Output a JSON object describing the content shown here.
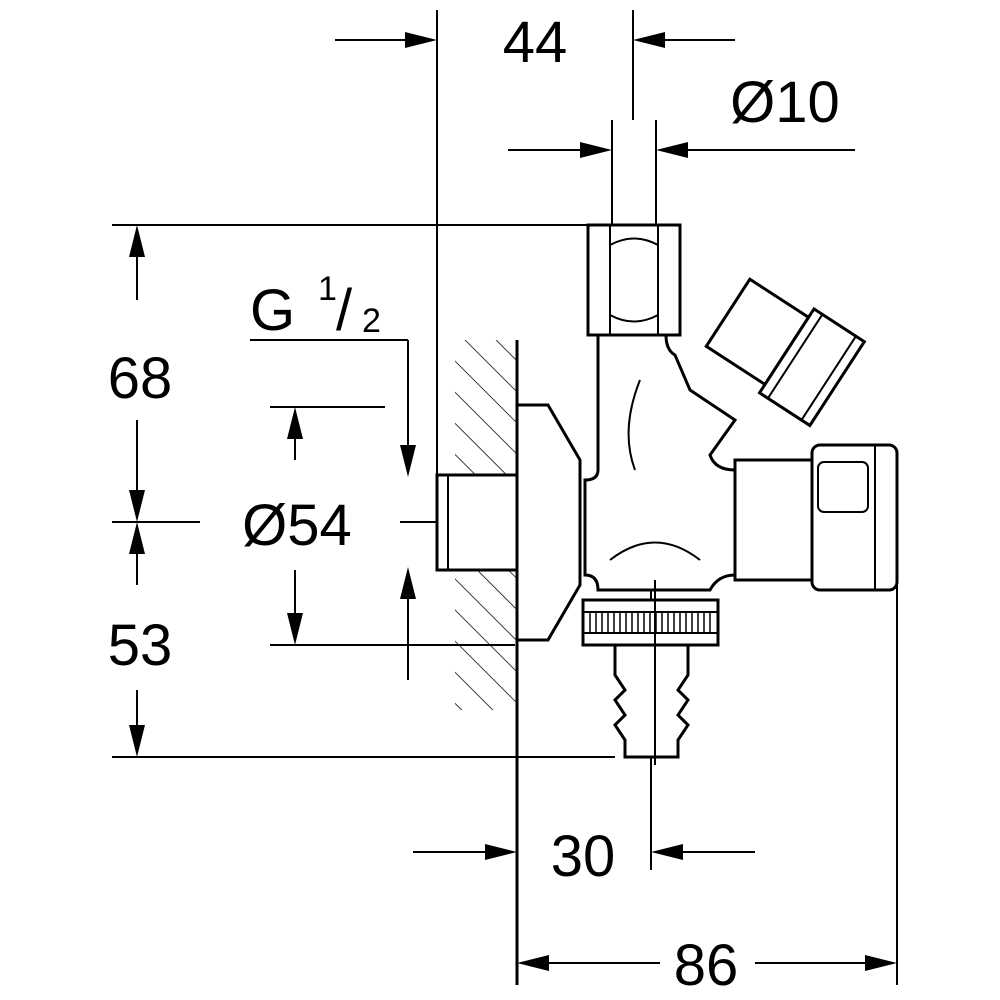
{
  "drawing": {
    "title": "Angle valve dimension drawing",
    "dimensions": {
      "top_width": "44",
      "outlet_diameter": "Ø10",
      "thread_prefix": "G",
      "thread_num": "1",
      "thread_slash": "/",
      "thread_den": "2",
      "upper_height": "68",
      "flange_diameter": "Ø54",
      "lower_height": "53",
      "hose_offset": "30",
      "total_depth": "86"
    }
  }
}
